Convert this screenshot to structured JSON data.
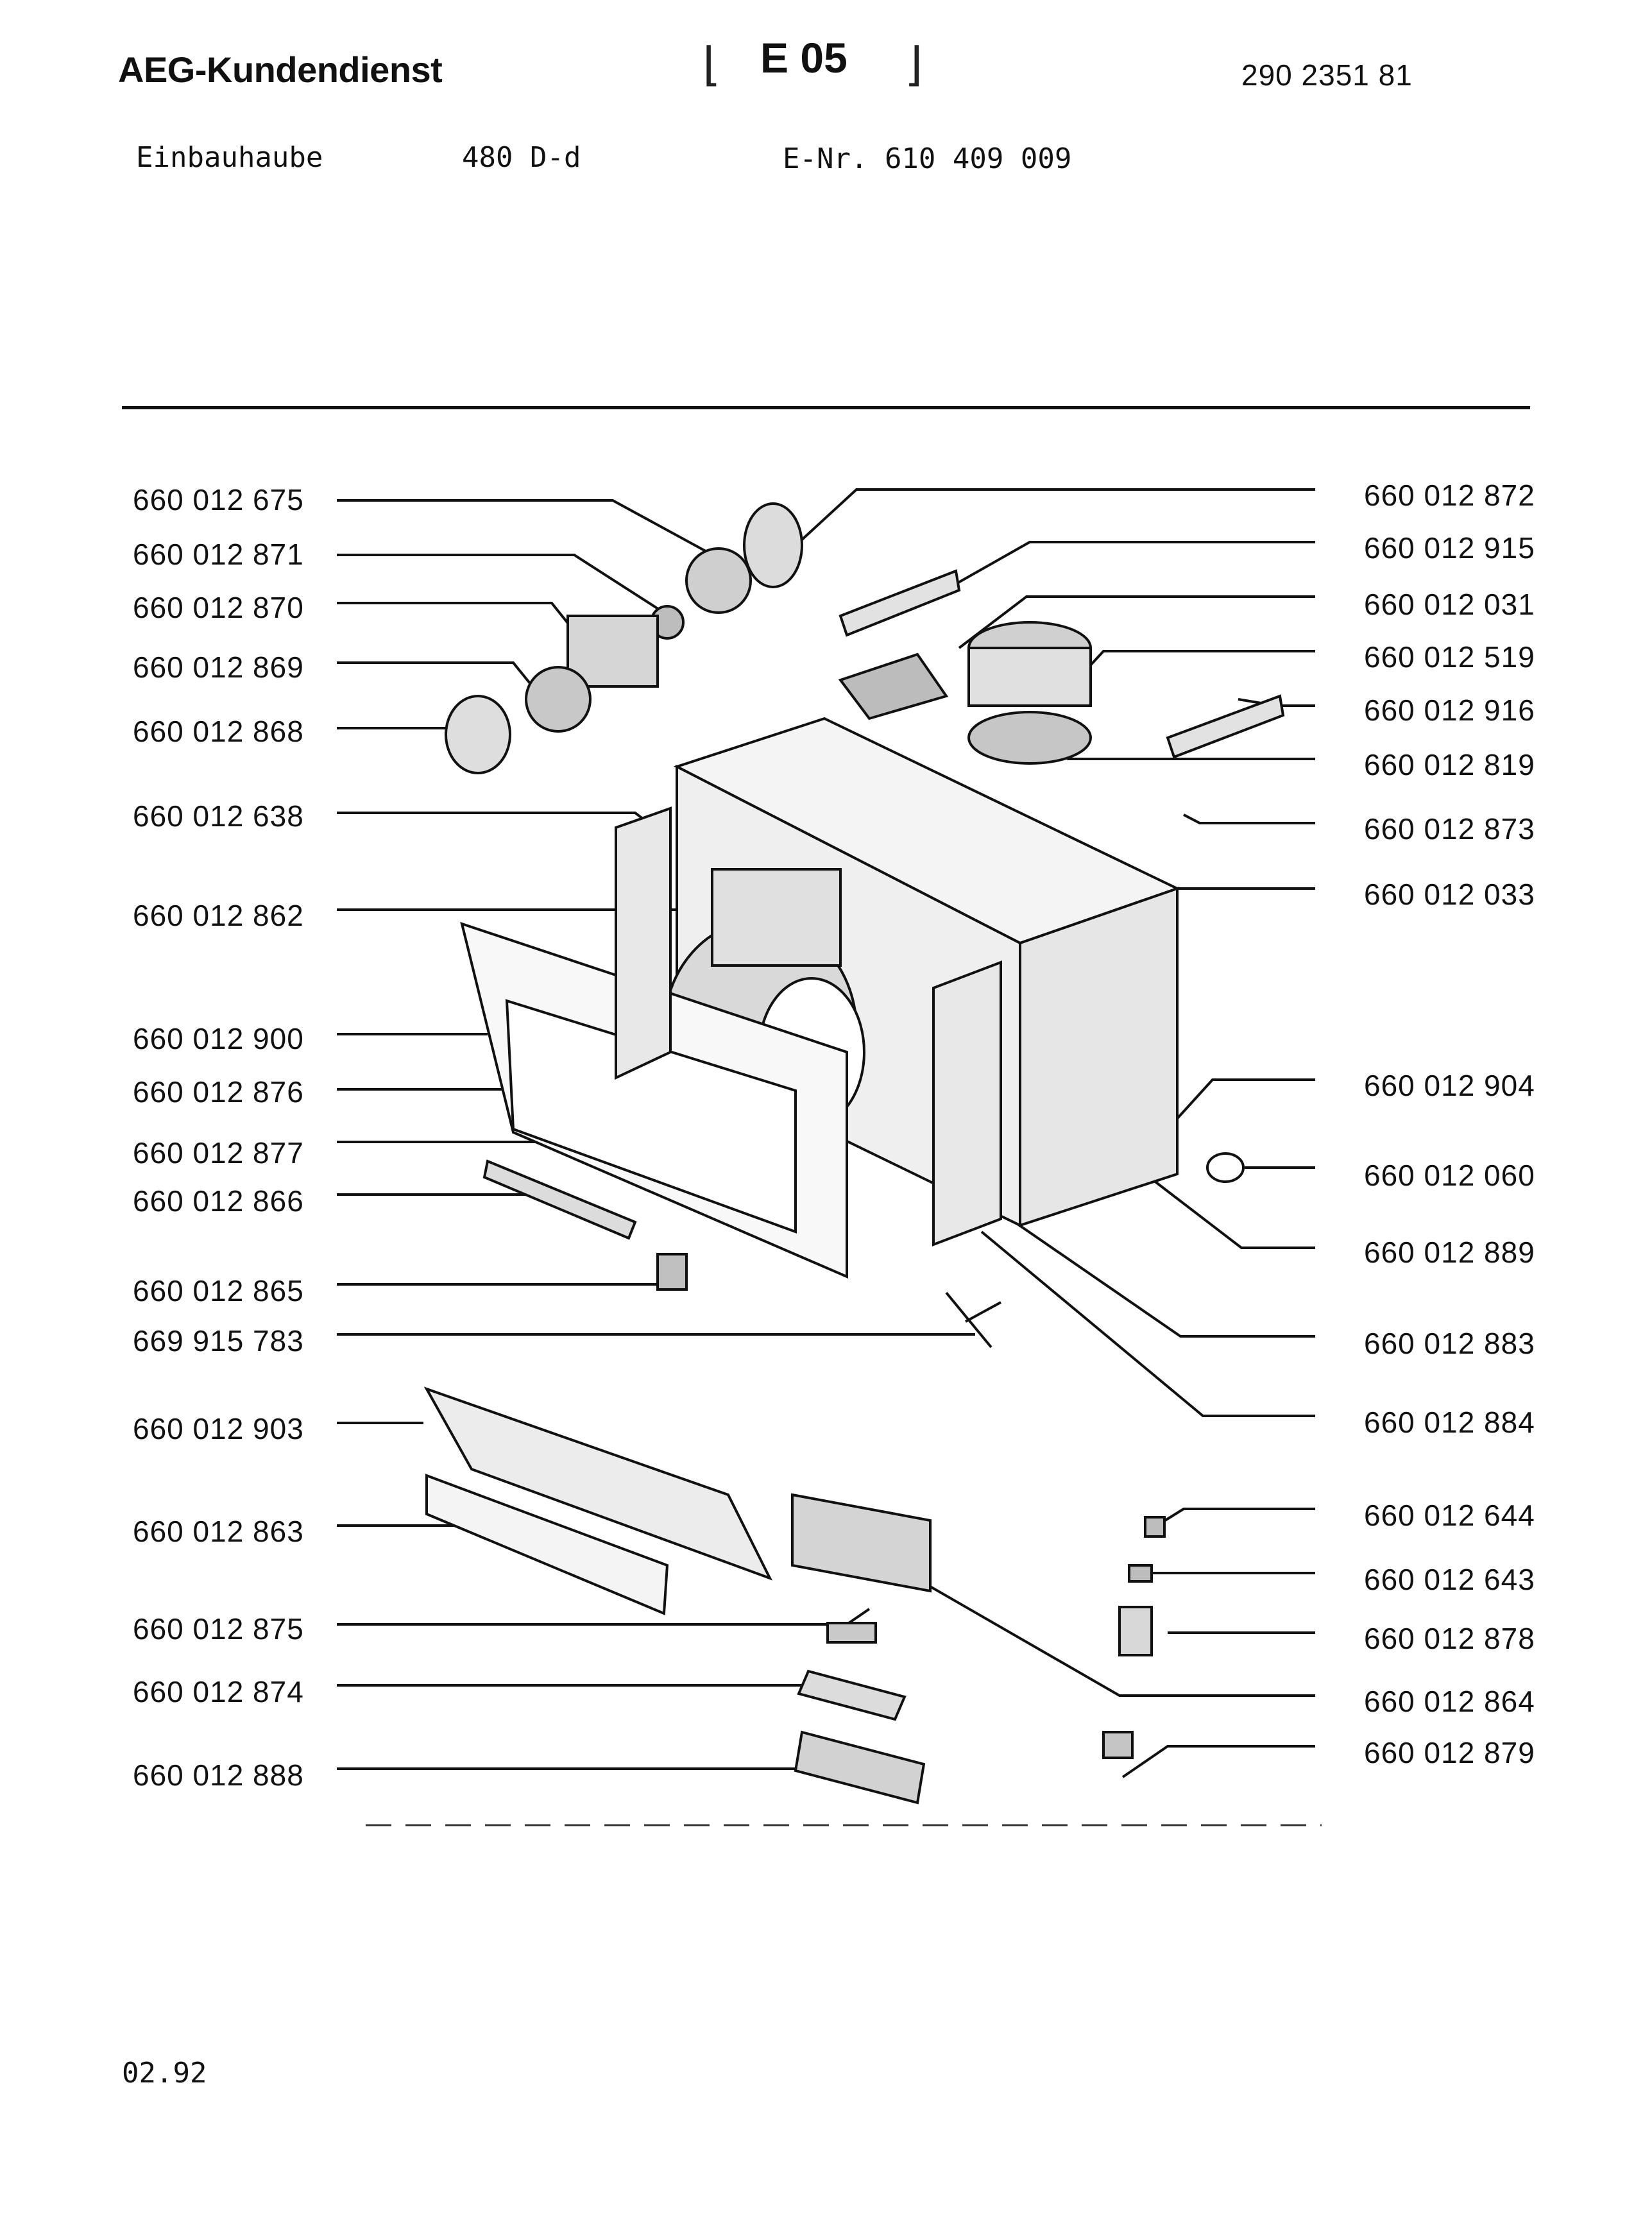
{
  "header": {
    "brand": "AEG-Kundendienst",
    "group_code": "E 05",
    "doc_number": "290 2351 81"
  },
  "product": {
    "type": "Einbauhaube",
    "model": "480 D-d",
    "e_nr": "E-Nr. 610 409 009"
  },
  "parts_left": [
    "660 012 675",
    "660 012 871",
    "660 012 870",
    "660 012 869",
    "660 012 868",
    "660 012 638",
    "660 012 862",
    "660 012 900",
    "660 012 876",
    "660 012 877",
    "660 012 866",
    "660 012 865",
    "669 915 783",
    "660 012 903",
    "660 012 863",
    "660 012 875",
    "660 012 874",
    "660 012 888"
  ],
  "parts_right": [
    "660 012 872",
    "660 012 915",
    "660 012 031",
    "660 012 519",
    "660 012 916",
    "660 012 819",
    "660 012 873",
    "660 012 033",
    "660 012 904",
    "660 012 060",
    "660 012 889",
    "660 012 883",
    "660 012 884",
    "660 012 644",
    "660 012 643",
    "660 012 878",
    "660 012 864",
    "660 012 879"
  ],
  "footer": {
    "date": "02.92"
  },
  "colors": {
    "ink": "#111111",
    "paper": "#ffffff"
  }
}
